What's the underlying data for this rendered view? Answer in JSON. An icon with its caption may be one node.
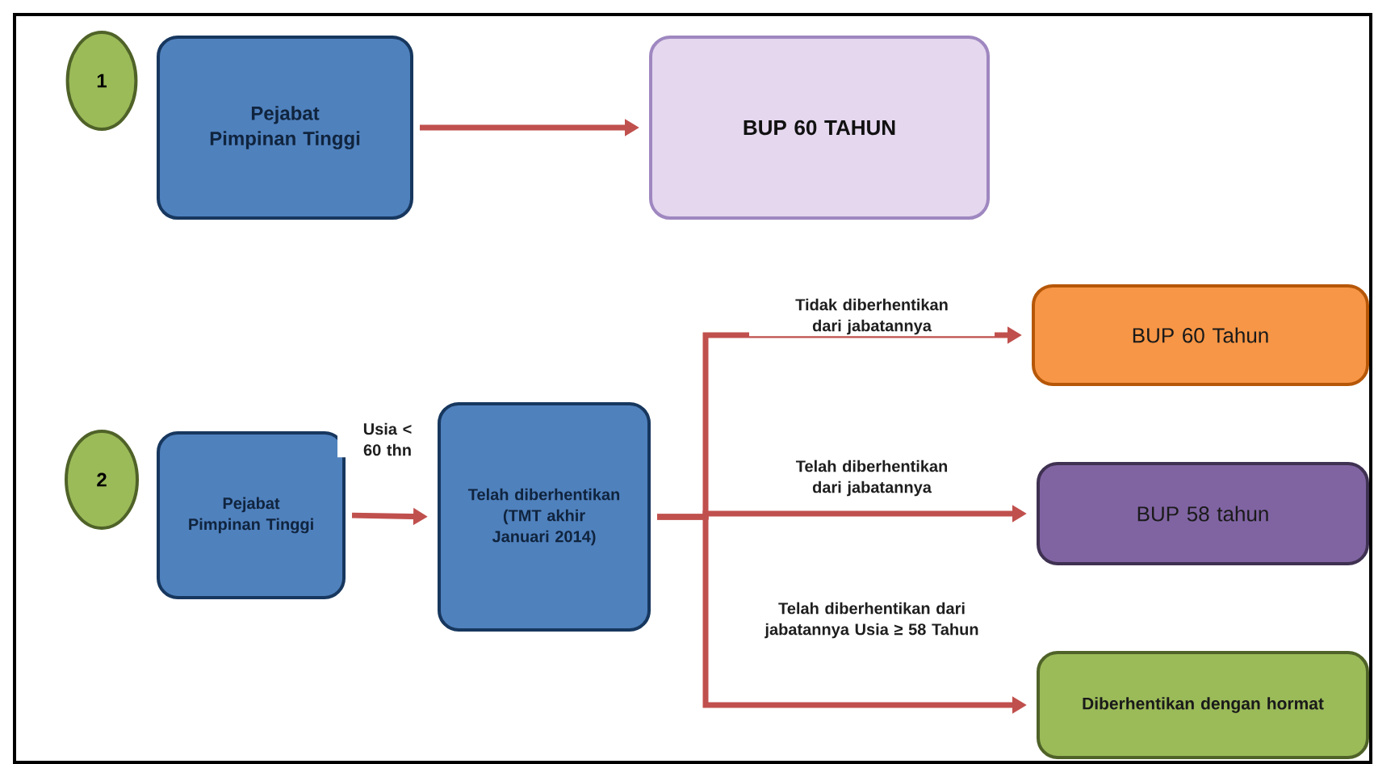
{
  "diagram": {
    "nodes": [
      {
        "text": [
          "1"
        ]
      },
      {
        "text": [
          "Pejabat Pimpinan Tinggi"
        ]
      },
      {
        "text": [
          "BUP 60 TAHUN"
        ]
      },
      {
        "text": [
          "2"
        ]
      },
      {
        "text": [
          "Pejabat Pimpinan Tinggi"
        ]
      },
      {
        "text": [
          "Telah diberhentikan (TMT akhir Januari 2014)"
        ]
      },
      {
        "text": [
          "BUP 60 Tahun"
        ]
      },
      {
        "text": [
          "BUP 58 tahun"
        ]
      },
      {
        "text": [
          "Diberhentikan dengan hormat"
        ]
      }
    ],
    "edges": [
      {
        "from": 1,
        "to": 2,
        "arrow": "to"
      },
      {
        "from": 4,
        "to": 5,
        "arrow": "to",
        "label": "Usia < 60 thn"
      },
      {
        "from": 5,
        "to": 6,
        "arrow": "to",
        "label": "Tidak diberhentikan dari jabatannya"
      },
      {
        "from": 5,
        "to": 7,
        "arrow": "to",
        "label": "Telah diberhentikan dari jabatannya"
      },
      {
        "from": 5,
        "to": 8,
        "arrow": "to",
        "label": "Telah diberhentikan dari jabatannya Usia ≥ 58 Tahun"
      }
    ]
  }
}
